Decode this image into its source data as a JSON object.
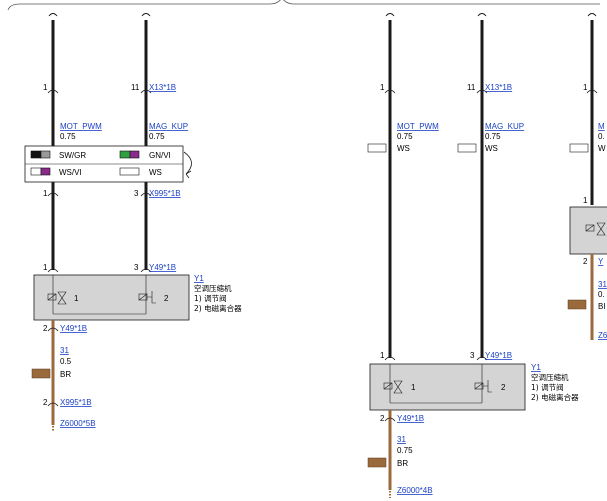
{
  "left": {
    "pins": {
      "top_a": "1",
      "top_b": "11",
      "mid_a": "1",
      "mid_b": "3",
      "dev_a": "1",
      "dev_b": "3",
      "bottom": "2",
      "lower": "2"
    },
    "connectors": {
      "top": "X13*1B",
      "mid": "X995*1B",
      "dev": "Y49*1B",
      "bottom": "Y49*1B",
      "lower": "X995*1B",
      "ground": "Z6000*5B"
    },
    "wires": {
      "a": {
        "name": "MOT_PWM",
        "size": "0.75"
      },
      "b": {
        "name": "MAG_KUP",
        "size": "0.75"
      },
      "c": {
        "name": "31",
        "size": "0.5",
        "color": "BR"
      }
    },
    "variants": [
      {
        "a": "SW/GR",
        "b": "GN/VI"
      },
      {
        "a": "WS/VI",
        "b": "WS"
      }
    ],
    "component": {
      "id": "Y1",
      "title": "空调压缩机",
      "item1": "1)  调节阀",
      "item2": "2)  电磁离合器",
      "n1": "1",
      "n2": "2"
    }
  },
  "right": {
    "pins": {
      "top_a": "1",
      "top_b": "11",
      "dev_a": "1",
      "dev_b": "3",
      "bottom": "2"
    },
    "connectors": {
      "top": "X13*1B",
      "dev": "Y49*1B",
      "bottom": "Y49*1B",
      "ground": "Z6000*4B"
    },
    "wires": {
      "a": {
        "name": "MOT_PWM",
        "size": "0.75",
        "color": "WS"
      },
      "b": {
        "name": "MAG_KUP",
        "size": "0.75",
        "color": "WS"
      },
      "c": {
        "name": "31",
        "size": "0.75",
        "color": "BR"
      }
    },
    "component": {
      "id": "Y1",
      "title": "空调压缩机",
      "item1": "1)  调节阀",
      "item2": "2)  电磁离合器",
      "n1": "1",
      "n2": "2"
    }
  },
  "clipped": {
    "pin_top": "1",
    "pin_mid": "1",
    "pin_bottom": "2",
    "frag_name": "M",
    "frag_size": "0.",
    "frag_color": "W",
    "frag_conn": "Y",
    "frag_wire": "31",
    "frag_size2": "0.",
    "frag_color2": "BI",
    "frag_ground": "Z6"
  },
  "colors": {
    "wire": "#1a1a1a",
    "brown": "#9b6a3c",
    "device_fill": "#d4d4d4",
    "link": "#1a3fc4",
    "green": "#2ea043",
    "purple": "#8a2a8a",
    "gray": "#999999"
  }
}
